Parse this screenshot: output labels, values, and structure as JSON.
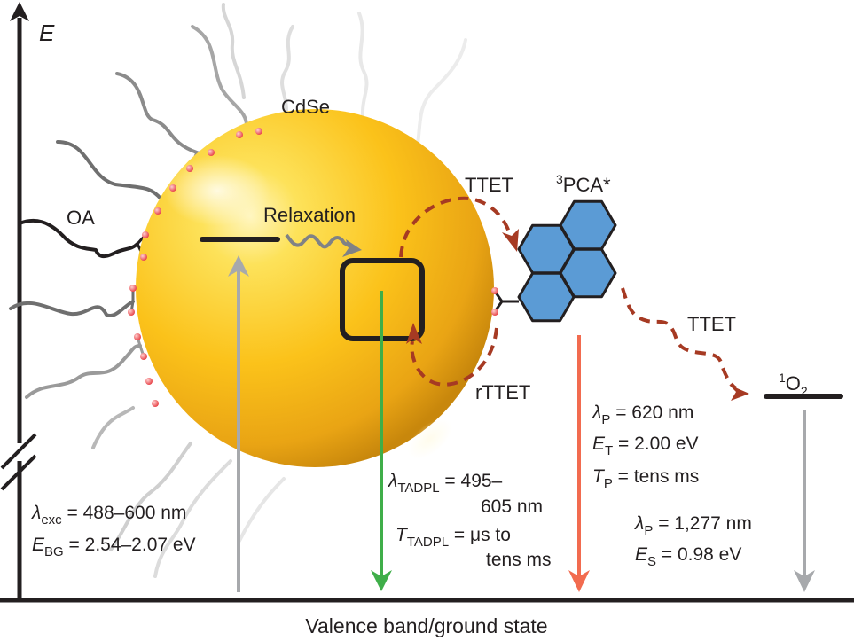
{
  "axis": {
    "energy_label": "E",
    "baseline_label": "Valence band/ground state"
  },
  "nanocrystal": {
    "label": "CdSe",
    "ligand_label": "OA",
    "relaxation_label": "Relaxation"
  },
  "acceptor": {
    "label_super": "3",
    "label_main": "PCA*"
  },
  "oxygen": {
    "label_super": "1",
    "label_main": "O",
    "label_sub": "2"
  },
  "transfers": {
    "ttet_forward": "TTET",
    "ttet_reverse": "rTTET",
    "ttet_oxygen": "TTET"
  },
  "excitation": {
    "lambda_symbol": "λ",
    "lambda_sub": "exc",
    "lambda_value": " = 488–600 nm",
    "energy_symbol": "E",
    "energy_sub": "BG",
    "energy_value": " = 2.54–2.07 eV"
  },
  "tadpl": {
    "lambda_symbol": "λ",
    "lambda_sub": "TADPL",
    "lambda_value_line1": " = 495–",
    "lambda_value_line2": "605 nm",
    "time_symbol": "T",
    "time_sub": "TADPL",
    "time_value_line1": " = μs to",
    "time_value_line2": "tens ms"
  },
  "phosphorescence": {
    "lambda_symbol": "λ",
    "lambda_sub": "P",
    "lambda_value": " = 620 nm",
    "energy_symbol": "E",
    "energy_sub": "T",
    "energy_value": " = 2.00 eV",
    "time_symbol": "T",
    "time_sub": "P",
    "time_value": " = tens ms"
  },
  "singlet_oxygen": {
    "lambda_symbol": "λ",
    "lambda_sub": "P",
    "lambda_value": " = 1,277 nm",
    "energy_symbol": "E",
    "energy_sub": "S",
    "energy_value": " = 0.98 eV"
  },
  "colors": {
    "sphere_light": "#fff2a8",
    "sphere_mid": "#fbc21a",
    "sphere_dark": "#c8870c",
    "hexagon_fill": "#5b9bd5",
    "ttet_dashed": "#a63a23",
    "tadpl_arrow": "#3fae49",
    "phosphorescence_arrow": "#f26b4f",
    "gray_arrow": "#a7a9ac",
    "ligand_oxygen": "#e8474c"
  }
}
